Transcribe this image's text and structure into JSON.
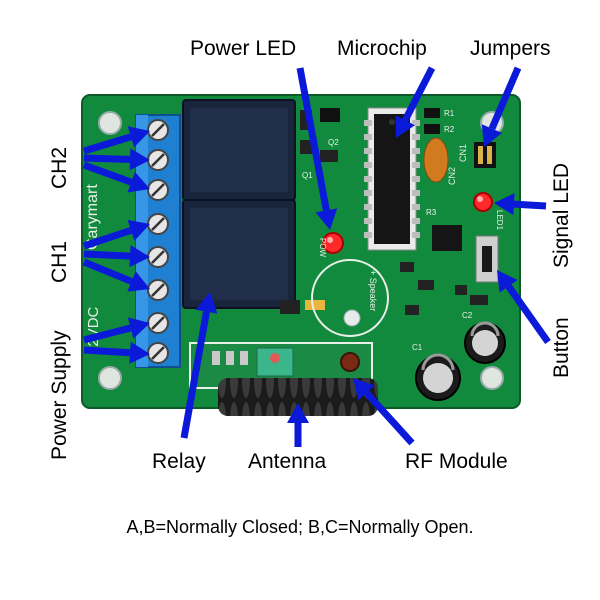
{
  "callouts": {
    "power_led": "Power LED",
    "microchip": "Microchip",
    "jumpers": "Jumpers",
    "ch2": "CH2",
    "ch1": "CH1",
    "power_supply": "Power Supply",
    "signal_led": "Signal LED",
    "button": "Button",
    "relay": "Relay",
    "antenna": "Antenna",
    "rf_module": "RF Module"
  },
  "board_print": {
    "brand": "Carymart",
    "voltage": "12VDC",
    "speaker": "+ Speaker",
    "pow": "POW",
    "led1": "LED1",
    "cn1": "CN1",
    "cn2": "CN2",
    "r1": "R1",
    "r2": "R2",
    "r3": "R3",
    "q1": "Q1",
    "q2": "Q2",
    "c1": "C1",
    "c2": "C2"
  },
  "footnote": "A,B=Normally Closed; B,C=Normally Open.",
  "colors": {
    "arrow": "#0a1ad8",
    "pcb": "#128a3e",
    "terminal": "#1f7fd0",
    "relay": "#19253d"
  }
}
